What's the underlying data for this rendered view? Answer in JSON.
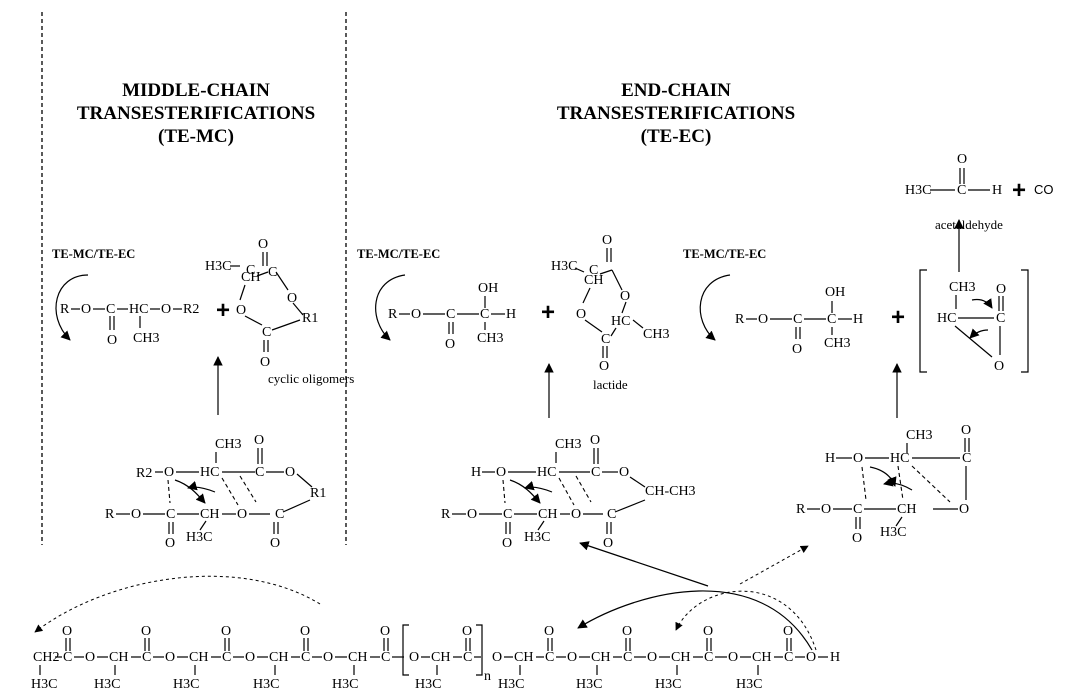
{
  "headers": {
    "middle": [
      "MIDDLE-CHAIN",
      "TRANSESTERIFICATIONS",
      "(TE-MC)"
    ],
    "end": [
      "END-CHAIN",
      "TRANSESTERIFICATIONS",
      "(TE-EC)"
    ]
  },
  "mechanism_label": "TE-MC/TE-EC",
  "captions": {
    "cyclic": "cyclic oligomers",
    "lactide": "lactide",
    "acetaldehyde": "acetaldehyde"
  },
  "products": {
    "co": "CO",
    "plus": "+"
  },
  "atoms": {
    "R": "R",
    "O": "O",
    "C": "C",
    "H": "H",
    "HC": "HC",
    "CH": "CH",
    "OH": "OH",
    "H3C": "H3C",
    "CH3": "CH3",
    "R2": "R2",
    "R1": "R1",
    "CH2": "CH2",
    "n": "n",
    "CH-CH3": "CH-CH3"
  }
}
